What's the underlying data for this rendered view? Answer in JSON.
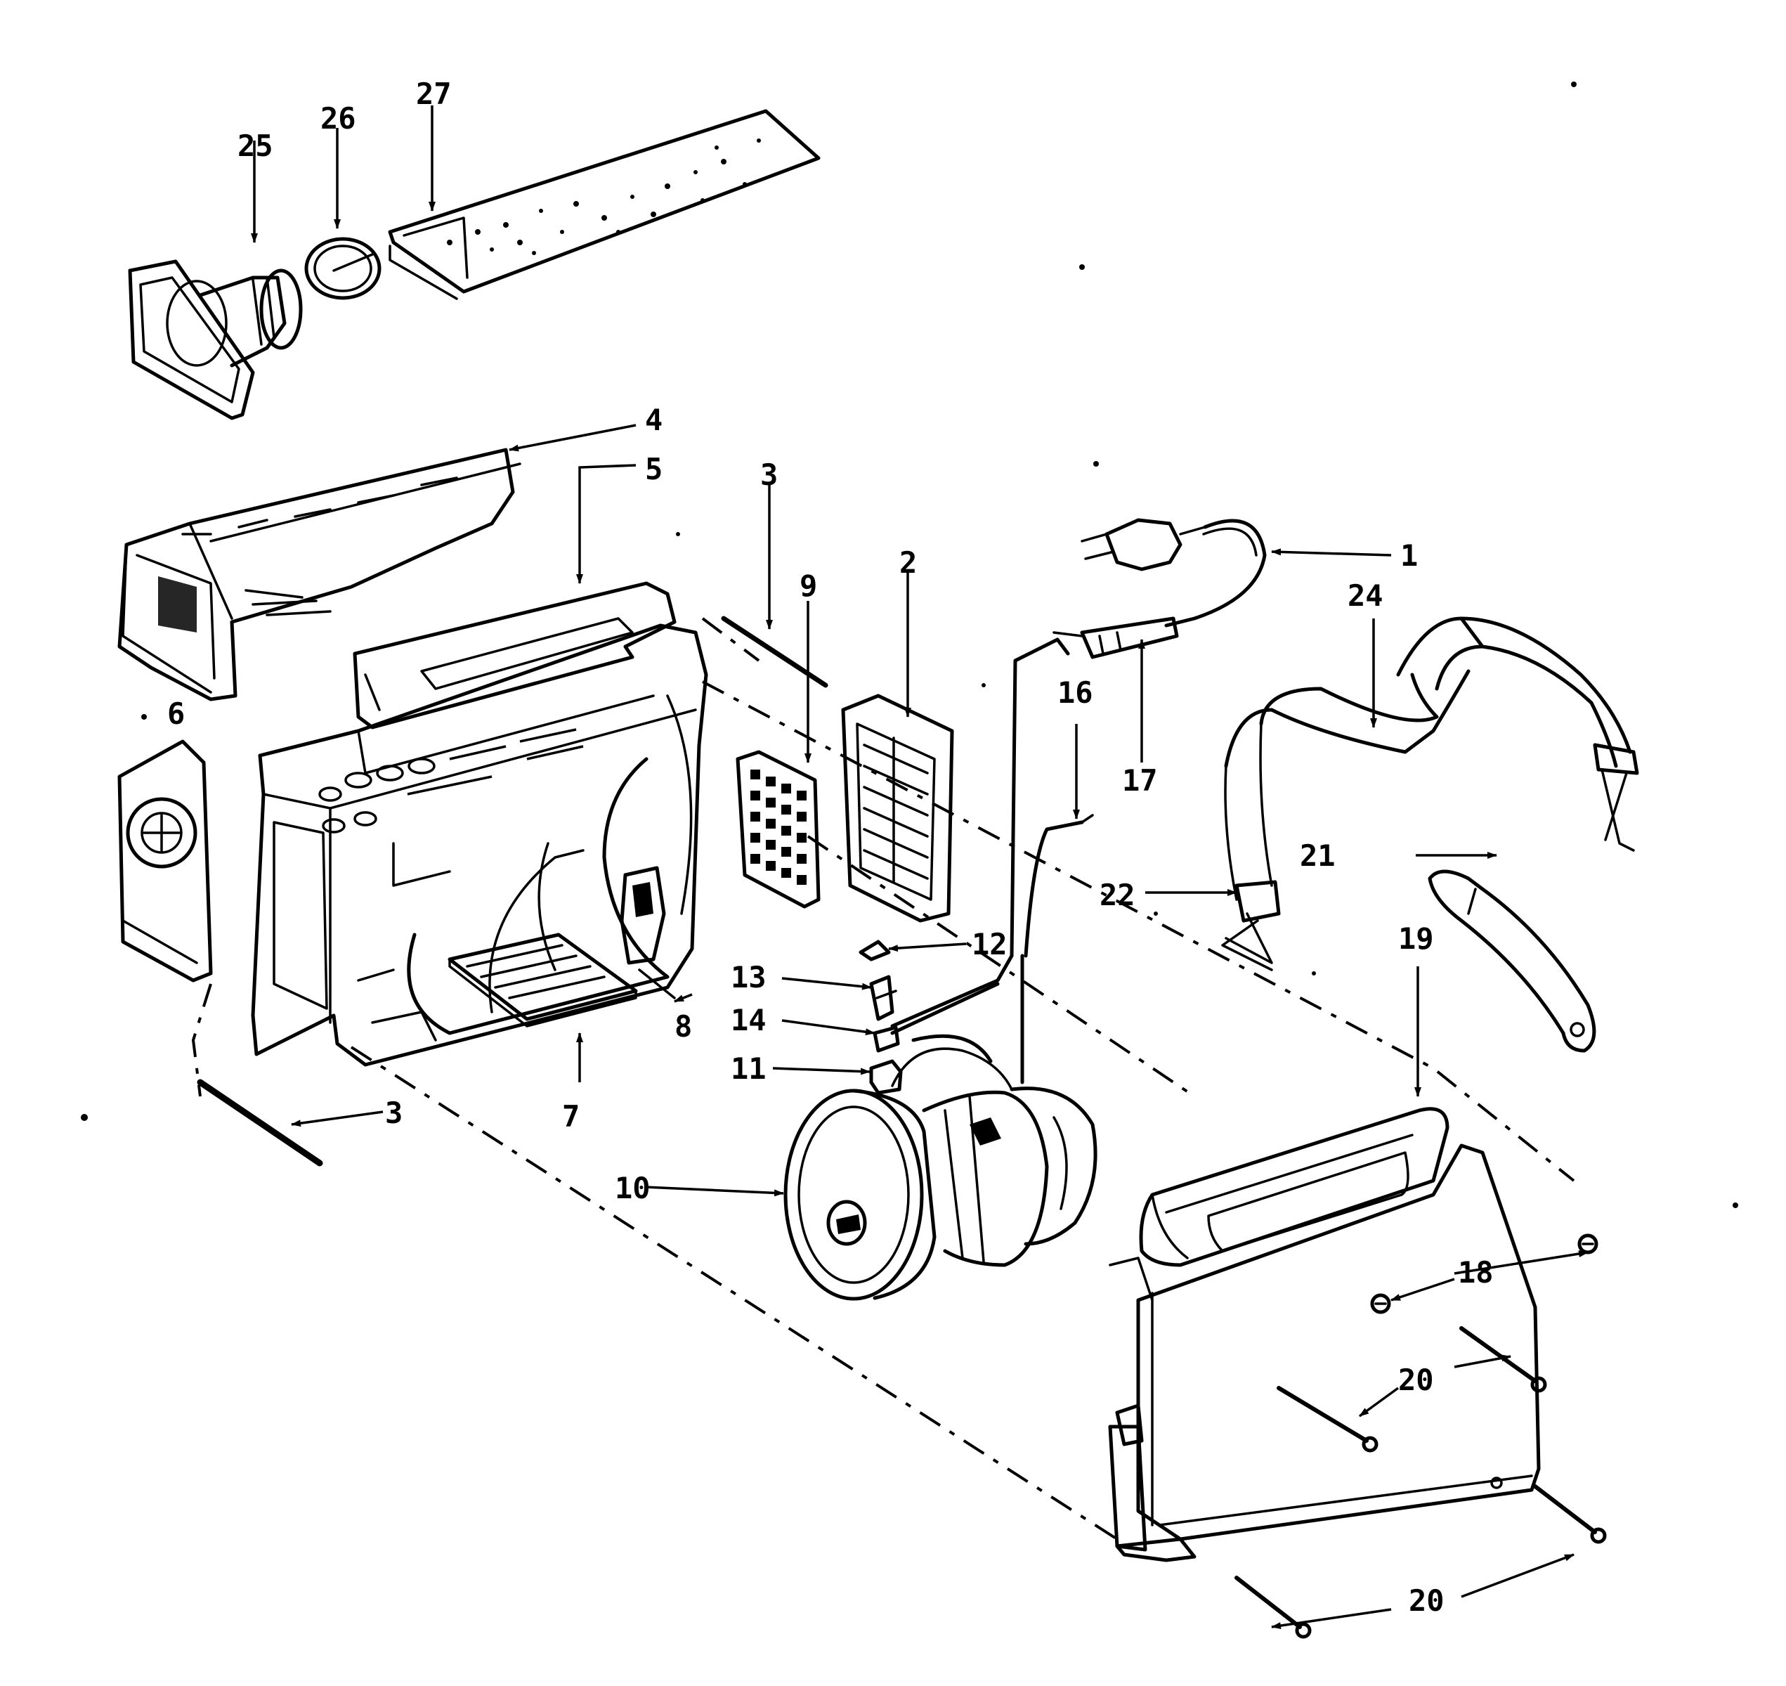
{
  "callouts": {
    "c1": "1",
    "c2": "2",
    "c3a": "3",
    "c3b": "3",
    "c4": "4",
    "c5": "5",
    "c6": "6",
    "c7": "7",
    "c8": "8",
    "c9": "9",
    "c10": "10",
    "c11": "11",
    "c12": "12",
    "c13": "13",
    "c14": "14",
    "c16": "16",
    "c17": "17",
    "c18": "18",
    "c19": "19",
    "c20a": "20",
    "c20b": "20",
    "c21": "21",
    "c22": "22",
    "c24": "24",
    "c25": "25",
    "c26": "26",
    "c27": "27"
  }
}
